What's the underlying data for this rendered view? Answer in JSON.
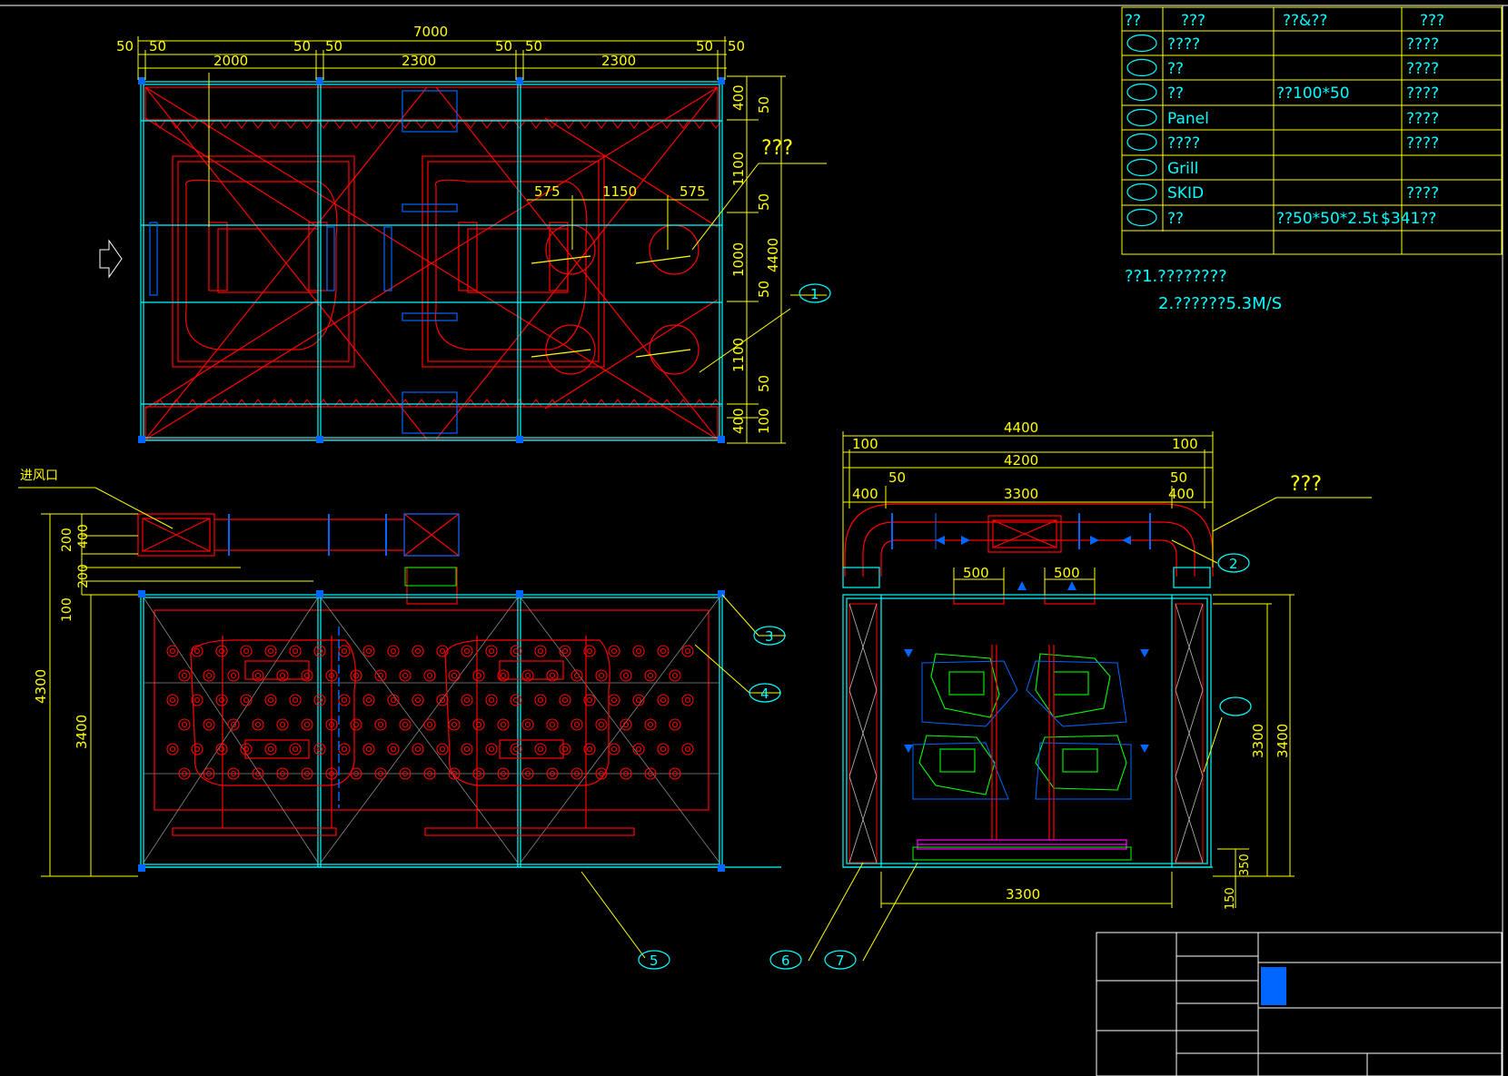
{
  "colors": {
    "background": "#000000",
    "dimension": "#ffff00",
    "frame": "#00ffff",
    "frame_dark": "#0066ff",
    "equipment": "#ff0000",
    "parts": "#00ff00",
    "text": "#00ffff",
    "white": "#ffffff",
    "magenta": "#ff00ff"
  },
  "bom": {
    "headers": [
      "??",
      "???",
      "??&??",
      "???"
    ],
    "rows": [
      {
        "name": "????",
        "spec": "",
        "material": "????"
      },
      {
        "name": "??",
        "spec": "",
        "material": "????"
      },
      {
        "name": "??",
        "spec": "??100*50",
        "material": "????"
      },
      {
        "name": "Panel",
        "spec": "",
        "material": "????"
      },
      {
        "name": "????",
        "spec": "",
        "material": "????"
      },
      {
        "name": "Grill",
        "spec": "",
        "material": ""
      },
      {
        "name": "SKID",
        "spec": "",
        "material": "????"
      },
      {
        "name": "??",
        "spec": "??50*50*2.5t",
        "material": "$341??"
      }
    ]
  },
  "notes": [
    "??1.????????",
    "2.??????5.3M/S"
  ],
  "plan": {
    "top": {
      "total": "7000",
      "gap": "50",
      "bays": [
        "2000",
        "2300",
        "2300"
      ]
    },
    "right": [
      "400",
      "1100",
      "1000",
      "1100",
      "400"
    ],
    "right_gaps": "50",
    "right_total": "4400",
    "right_bottom": "100",
    "inner": [
      "575",
      "1150",
      "575"
    ],
    "callout": "???",
    "balloon": "1"
  },
  "front": {
    "inlet_label": "进风口",
    "left": [
      "200",
      "400",
      "200",
      "100"
    ],
    "total": "4300",
    "booth": "3400",
    "balloons": [
      "3",
      "4",
      "5"
    ]
  },
  "side": {
    "top": [
      "4400",
      "100",
      "4200",
      "100",
      "50",
      "50",
      "400",
      "3300",
      "400"
    ],
    "nozzles": [
      "500",
      "500"
    ],
    "bottom": "3300",
    "right": [
      "3300",
      "3400"
    ],
    "floor": [
      "350",
      "150"
    ],
    "callout": "???",
    "balloons": [
      "2",
      "6",
      "7"
    ]
  }
}
